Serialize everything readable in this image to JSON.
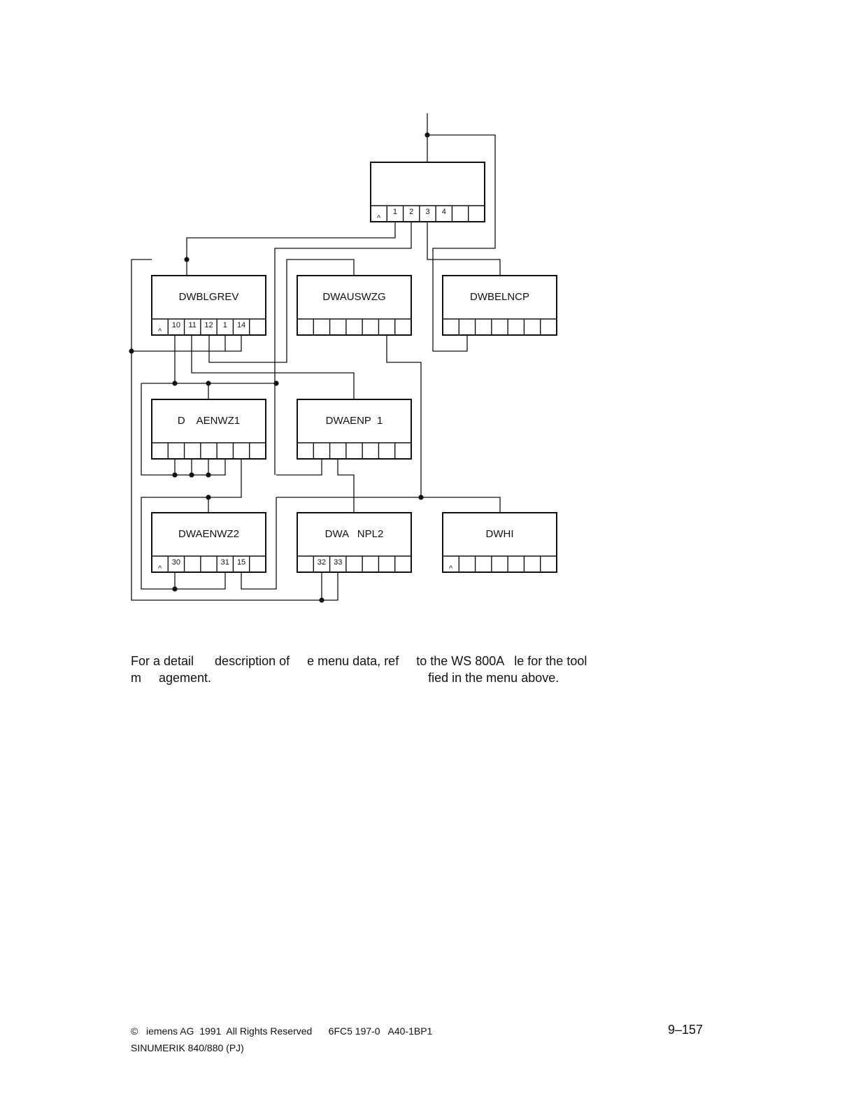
{
  "diagram": {
    "boxes": [
      {
        "id": "top",
        "label": "",
        "cells": [
          "^",
          "1",
          "2",
          "3",
          "4",
          "",
          ""
        ]
      },
      {
        "id": "dwblgrev",
        "label": "DWBLGREV",
        "cells": [
          "^",
          "10",
          "11",
          "12",
          "1",
          "14",
          ""
        ]
      },
      {
        "id": "dwauswzg",
        "label": "DWAUSWZG",
        "cells": [
          "",
          "",
          "",
          "",
          "",
          "",
          ""
        ]
      },
      {
        "id": "dwbelncp",
        "label": "DWBELNCP",
        "cells": [
          "",
          "",
          "",
          "",
          "",
          "",
          ""
        ]
      },
      {
        "id": "daenwz1",
        "label": "D    AENWZ1",
        "cells": [
          "",
          "",
          "",
          "",
          "",
          "",
          ""
        ]
      },
      {
        "id": "dwaenp1",
        "label": "DWAENP  1",
        "cells": [
          "",
          "",
          "",
          "",
          "",
          "",
          ""
        ]
      },
      {
        "id": "dwaenwz2",
        "label": "DWAENWZ2",
        "cells": [
          "^",
          "30",
          "",
          "",
          "31",
          "15",
          ""
        ]
      },
      {
        "id": "dwanpl2",
        "label": "DWA   NPL2",
        "cells": [
          "",
          "32",
          "33",
          "",
          "",
          "",
          ""
        ]
      },
      {
        "id": "dwhi",
        "label": "DWHI",
        "cells": [
          "^",
          "",
          "",
          "",
          "",
          "",
          ""
        ]
      }
    ]
  },
  "text": {
    "line1": "For a detail      description of     e menu data, ref     to the WS 800A   le for the tool",
    "line2": "m     agement.                                                              fied in the menu above."
  },
  "footer": {
    "copyright": "©   iemens AG  1991  All Rights Reserved      6FC5 197-0   A40-1BP1",
    "product": "SINUMERIK 840/880 (PJ)",
    "page": "9–157"
  }
}
